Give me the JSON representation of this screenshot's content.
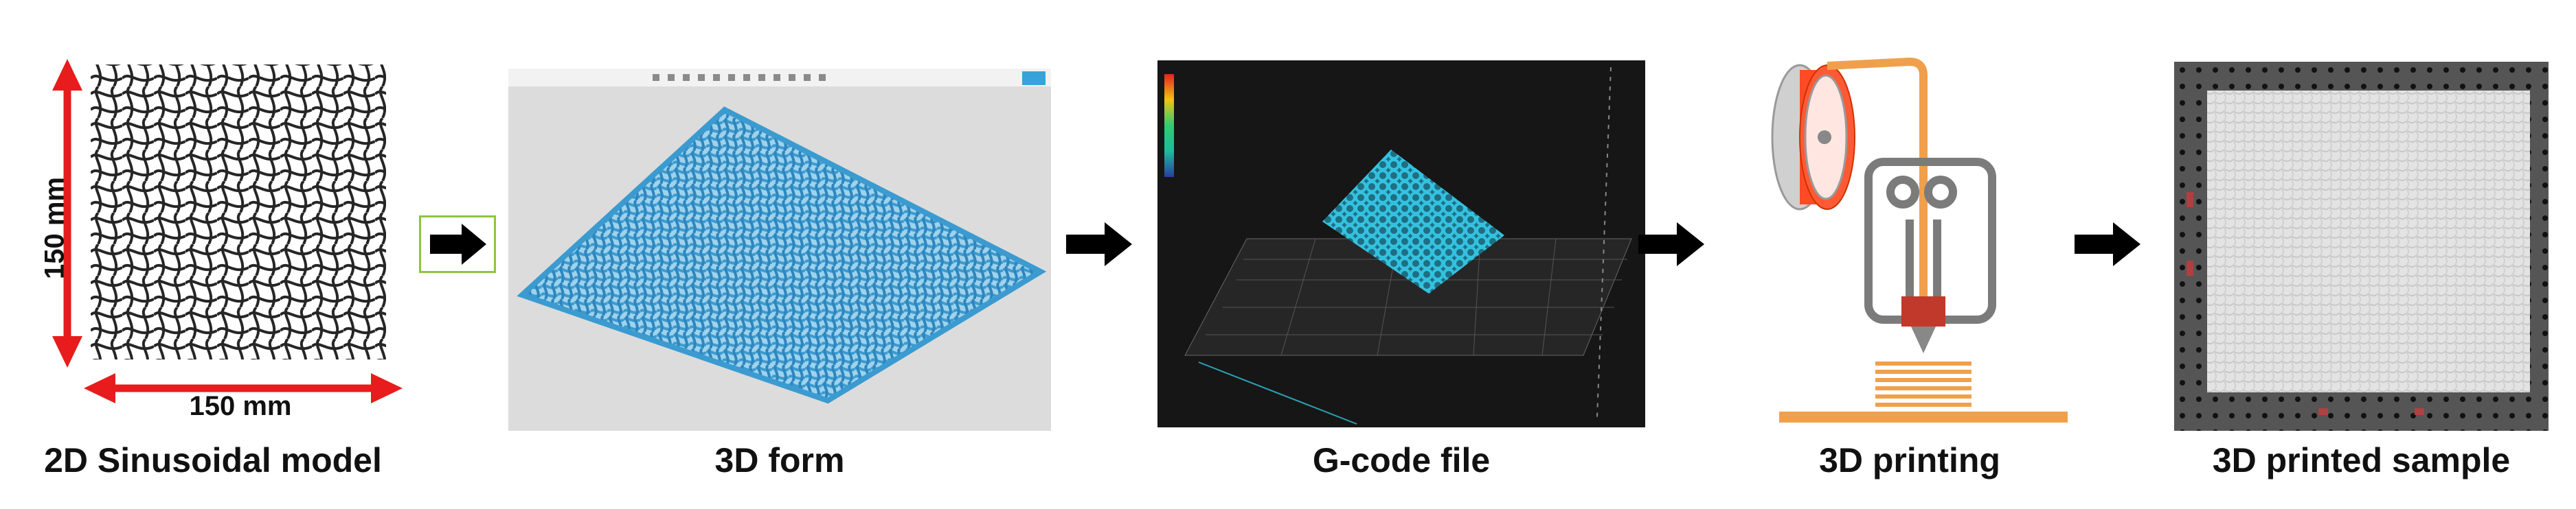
{
  "stages": [
    {
      "caption": "2D Sinusoidal model"
    },
    {
      "caption": "3D form"
    },
    {
      "caption": "G-code file"
    },
    {
      "caption": "3D printing"
    },
    {
      "caption": "3D printed sample"
    }
  ],
  "dimensions": {
    "height_label": "150 mm",
    "width_label": "150 mm"
  },
  "colors": {
    "dimension_arrow": "#e81c1c",
    "flow_arrow": "#000000",
    "highlight_box": "#8cc63f",
    "mesh_blue": "#4fb3e6",
    "gcode_cyan": "#2fb7d3",
    "filament_orange": "#f0a04b",
    "spool_red": "#ff4a26",
    "nozzle_red": "#c0392b"
  }
}
